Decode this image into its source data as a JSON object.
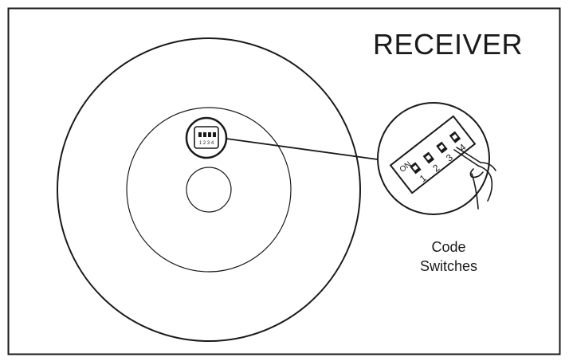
{
  "title": "RECEIVER",
  "callout": {
    "line1": "Code",
    "line2": "Switches"
  },
  "dip_switch": {
    "on_label": "ON",
    "numbers": [
      "1",
      "2",
      "3",
      "4"
    ],
    "small_numbers": "1 2 3 4"
  },
  "colors": {
    "stroke": "#1a1a1a",
    "background": "#ffffff"
  }
}
